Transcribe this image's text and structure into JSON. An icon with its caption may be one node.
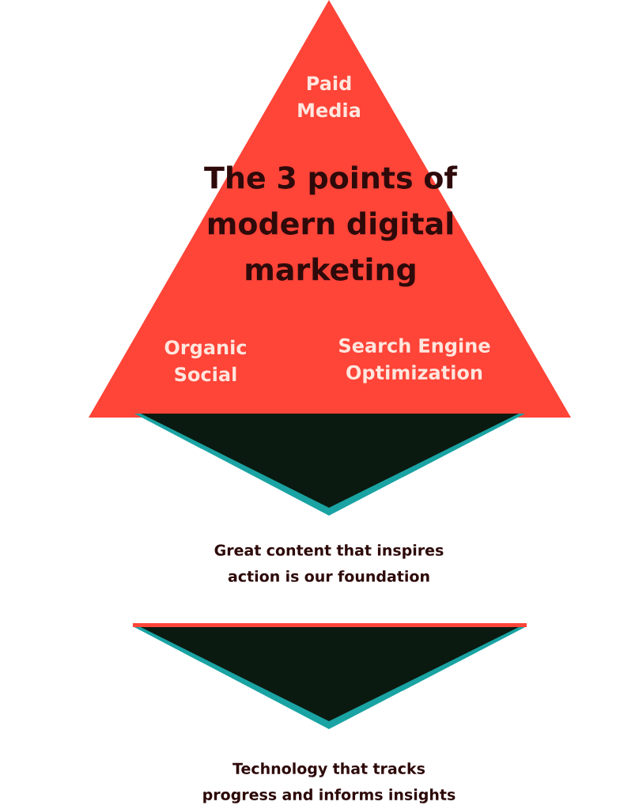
{
  "diagram": {
    "title": "The 3 points of modern digital marketing",
    "nodes": [
      {
        "text": [
          "Paid Media",
          "Organic Social",
          "Search Engine Optimization"
        ]
      },
      {
        "text": [],
        "shape": "triangle",
        "beside": [
          "Great content that inspires action is our foundation"
        ]
      },
      {
        "text": [],
        "shape": "triangle",
        "beside": [
          "Technology that tracks progress and informs insights"
        ]
      }
    ],
    "edges": []
  }
}
